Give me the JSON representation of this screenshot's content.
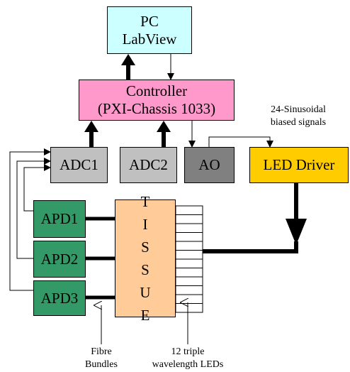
{
  "colors": {
    "pc": "#ccffff",
    "controller": "#ff99cc",
    "adc": "#c0c0c0",
    "ao": "#808080",
    "led_driver": "#ffcc00",
    "apd": "#339966",
    "tissue": "#ffcc99",
    "line": "#000000"
  },
  "pc": {
    "line1": "PC",
    "line2": "LabView"
  },
  "controller": {
    "line1": "Controller",
    "line2": "(PXI-Chassis 1033)"
  },
  "adc1": "ADC1",
  "adc2": "ADC2",
  "ao": "AO",
  "led_driver": "LED Driver",
  "apd1": "APD1",
  "apd2": "APD2",
  "apd3": "APD3",
  "tissue_letters": [
    "T",
    "I",
    "S",
    "S",
    "U",
    "E"
  ],
  "signal_note": {
    "line1": "24-Sinusoidal",
    "line2": "biased signals"
  },
  "fibre_note": {
    "line1": "Fibre",
    "line2": "Bundles"
  },
  "led_note": {
    "line1": "12 triple",
    "line2": "wavelength LEDs"
  },
  "led_strip_count": 12
}
